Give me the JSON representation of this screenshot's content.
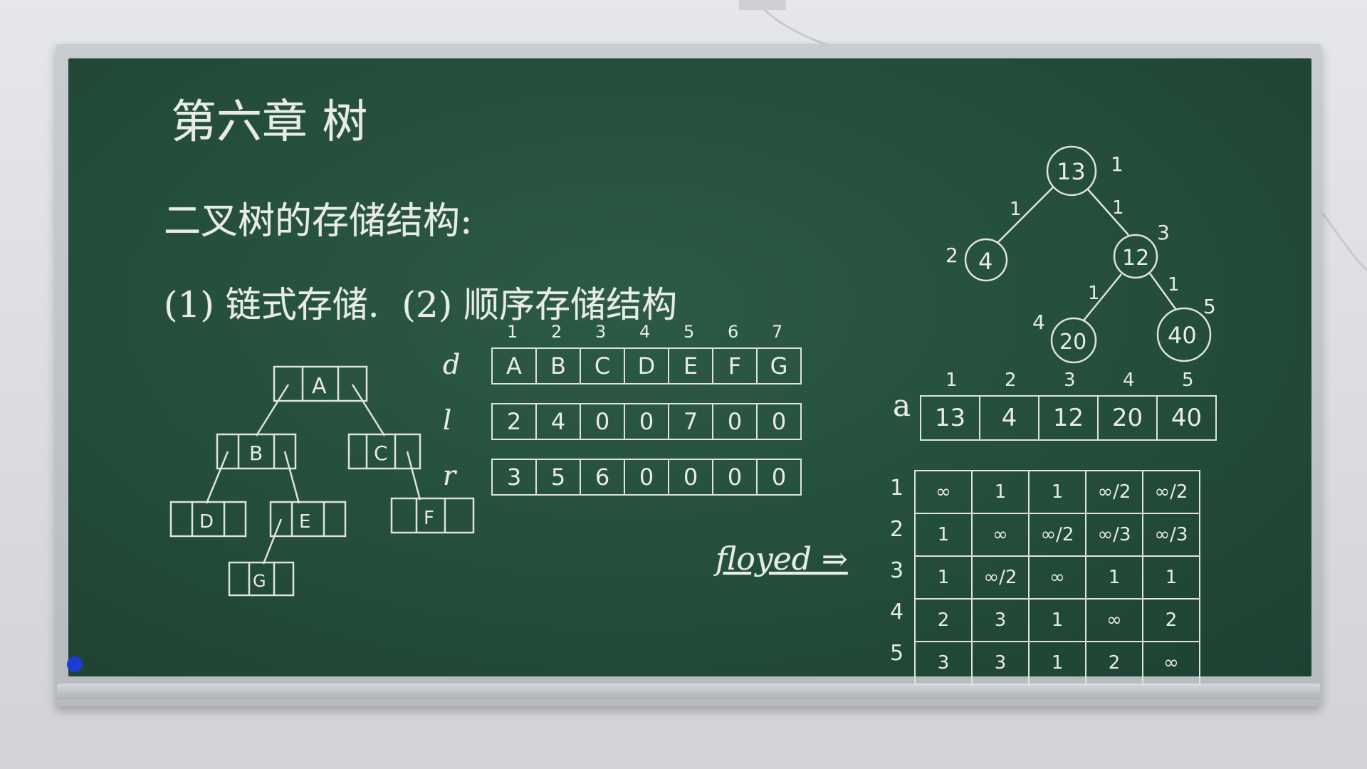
{
  "board": {
    "title": "第六章 树",
    "subtitle": "二叉树的存储结构:",
    "storage_types": "(1) 链式存储.  (2) 顺序存储结构"
  },
  "linked_nodes": [
    "A",
    "B",
    "C",
    "D",
    "E",
    "F",
    "G"
  ],
  "sequential": {
    "indices": [
      "1",
      "2",
      "3",
      "4",
      "5",
      "6",
      "7"
    ],
    "rows": [
      {
        "label": "d",
        "cells": [
          "A",
          "B",
          "C",
          "D",
          "E",
          "F",
          "G"
        ]
      },
      {
        "label": "l",
        "cells": [
          "2",
          "4",
          "0",
          "0",
          "7",
          "0",
          "0"
        ]
      },
      {
        "label": "r",
        "cells": [
          "3",
          "5",
          "6",
          "0",
          "0",
          "0",
          "0"
        ]
      }
    ]
  },
  "heap_tree": {
    "nodes": [
      {
        "value": "13",
        "index": "1"
      },
      {
        "value": "4",
        "index": "2"
      },
      {
        "value": "12",
        "index": "3"
      },
      {
        "value": "20",
        "index": "4"
      },
      {
        "value": "40",
        "index": "5"
      }
    ],
    "edge_weights": [
      "1",
      "1",
      "1",
      "1"
    ]
  },
  "array_a": {
    "label": "a",
    "indices": [
      "1",
      "2",
      "3",
      "4",
      "5"
    ],
    "cells": [
      "13",
      "4",
      "12",
      "20",
      "40"
    ]
  },
  "floyed": {
    "label": "floyed ⇒",
    "row_labels": [
      "1",
      "2",
      "3",
      "4",
      "5"
    ],
    "matrix": [
      [
        "∞",
        "1",
        "1",
        "∞/2",
        "∞/2"
      ],
      [
        "1",
        "∞",
        "∞/2",
        "∞/3",
        "∞/3"
      ],
      [
        "1",
        "∞/2",
        "∞",
        "1",
        "1"
      ],
      [
        "2",
        "3",
        "1",
        "∞",
        "2"
      ],
      [
        "3",
        "3",
        "1",
        "2",
        "∞"
      ]
    ]
  }
}
